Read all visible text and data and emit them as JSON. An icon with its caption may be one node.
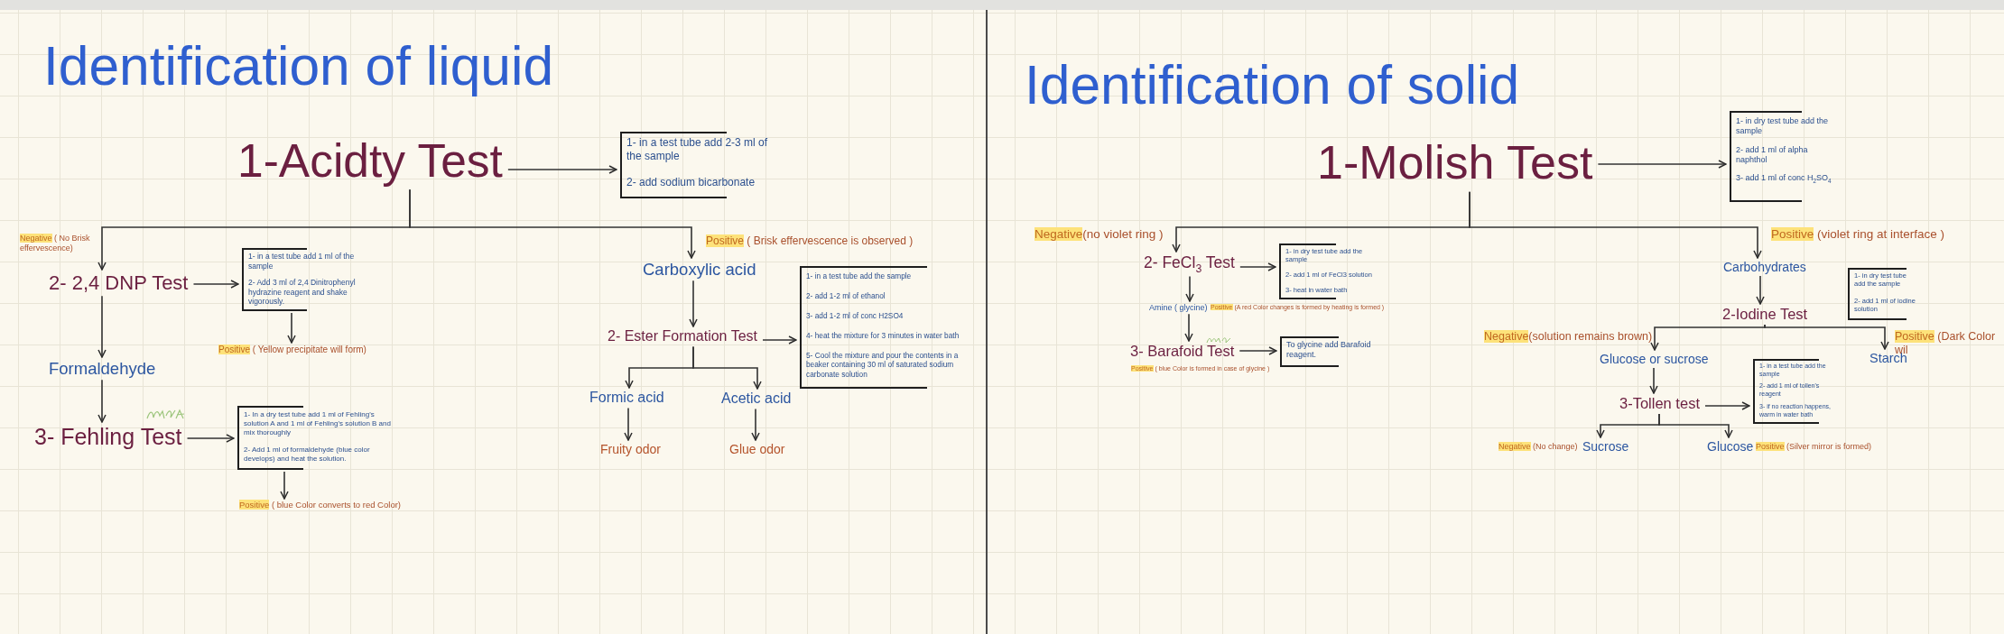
{
  "diagram": {
    "nodes": [
      {
        "text": [
          "1-Acidty Test"
        ]
      },
      {
        "text": [
          "1- in a test tube add 2-3 ml of the sample",
          "2- add sodium bicarbonate"
        ]
      },
      {
        "text": [
          "2- 2,4 DNP Test"
        ]
      },
      {
        "text": [
          "1- in a test tube add 1 ml of the sample",
          "2- Add 3 ml of 2,4 Dinitrophenyl hydrazine reagent and shake vigorously."
        ]
      },
      {
        "text": [
          "**Positive** ( Yellow precipitate will form)"
        ]
      },
      {
        "text": [
          "Formaldehyde"
        ]
      },
      {
        "text": [
          "3- Fehling Test"
        ]
      },
      {
        "text": [
          "1- In a dry test tube add 1 ml of Fehling's solution A and 1 ml of Fehling's solution B and mix thoroughly",
          "2- Add 1 ml of formaldehyde (blue color develops) and heat the solution."
        ]
      },
      {
        "text": [
          "**Positive** ( blue Color converts to red Color)"
        ]
      },
      {
        "text": [
          "Carboxylic acid"
        ]
      },
      {
        "text": [
          "2- Ester Formation Test"
        ]
      },
      {
        "text": [
          "1- in a test tube add the sample",
          "2- add 1-2 ml of ethanol",
          "3- add 1-2 ml of conc H2SO4",
          "4- heat the mixture for 3 minutes in water bath",
          "5- Cool the mixture and pour the contents in a beaker containing 30 ml of saturated sodium carbonate solution"
        ]
      },
      {
        "text": [
          "Formic acid"
        ]
      },
      {
        "text": [
          "Acetic acid"
        ]
      },
      {
        "text": [
          "Fruity odor"
        ]
      },
      {
        "text": [
          "Glue odor"
        ]
      },
      {
        "text": [
          "1-Molish Test"
        ]
      },
      {
        "text": [
          "1- in dry test tube add the sample",
          "2- add 1 ml of alpha naphthol",
          "3- add 1 ml of conc H$_{2}$SO$_{4}$"
        ]
      },
      {
        "text": [
          "2- FeCl$_{3}$ Test"
        ]
      },
      {
        "text": [
          "1- in dry test tube add the sample",
          "2- add 1 ml of FeCl3 solution",
          "3- heat in water bath"
        ]
      },
      {
        "text": [
          "Amine ( glycine)"
        ],
        "beside": [
          "**Positive** (A red Color changes is formed by heating is formed )"
        ]
      },
      {
        "text": [
          "3- Barafoid Test"
        ],
        "beside": [
          "**Positive** ( blue Color is formed in case of glycine )"
        ]
      },
      {
        "text": [
          "To glycine add Barafoid reagent."
        ]
      },
      {
        "text": [
          "Carbohydrates"
        ]
      },
      {
        "text": [
          "1- in dry test tube add the sample",
          "2- add 1 ml of iodine solution"
        ]
      },
      {
        "text": [
          "2-Iodine Test"
        ]
      },
      {
        "text": [
          "Glucose or sucrose"
        ]
      },
      {
        "text": [
          "Starch"
        ]
      },
      {
        "text": [
          "3-Tollen test"
        ]
      },
      {
        "text": [
          "1- in a test tube add the sample",
          "2- add 1 ml of tollen's reagent",
          "3- if no reaction happens, warm in water bath"
        ]
      },
      {
        "text": [
          "Sucrose"
        ],
        "beside": [
          "**Negative** (No change)"
        ]
      },
      {
        "text": [
          "Glucose"
        ],
        "beside": [
          "**Positive** (Silver mirror is formed)"
        ]
      }
    ],
    "edges": [
      {
        "from": 0,
        "to": 1,
        "arrow": "to"
      },
      {
        "from": 0,
        "to": 2,
        "arrow": "to",
        "label": "**Negative** ( No Brisk effervescence)"
      },
      {
        "from": 0,
        "to": 9,
        "arrow": "to",
        "label": "**Positive** ( Brisk effervescence is observed )"
      },
      {
        "from": 2,
        "to": 3,
        "arrow": "to"
      },
      {
        "from": 3,
        "to": 4,
        "arrow": "to"
      },
      {
        "from": 2,
        "to": 5,
        "arrow": "to"
      },
      {
        "from": 5,
        "to": 6,
        "arrow": "to"
      },
      {
        "from": 6,
        "to": 7,
        "arrow": "to"
      },
      {
        "from": 7,
        "to": 8,
        "arrow": "to"
      },
      {
        "from": 9,
        "to": 10,
        "arrow": "to"
      },
      {
        "from": 10,
        "to": 11,
        "arrow": "to"
      },
      {
        "from": 10,
        "to": 12,
        "arrow": "to"
      },
      {
        "from": 10,
        "to": 13,
        "arrow": "to"
      },
      {
        "from": 12,
        "to": 14,
        "arrow": "to"
      },
      {
        "from": 13,
        "to": 15,
        "arrow": "to"
      },
      {
        "from": 16,
        "to": 17,
        "arrow": "to"
      },
      {
        "from": 16,
        "to": 18,
        "arrow": "to",
        "label": "**Negative**(no violet ring )"
      },
      {
        "from": 16,
        "to": 23,
        "arrow": "to",
        "label": "**Positive** (violet ring at interface )"
      },
      {
        "from": 18,
        "to": 19,
        "arrow": "to"
      },
      {
        "from": 18,
        "to": 20,
        "arrow": "to"
      },
      {
        "from": 20,
        "to": 21,
        "arrow": "to"
      },
      {
        "from": 21,
        "to": 22,
        "arrow": "to"
      },
      {
        "from": 23,
        "to": 25,
        "arrow": "to"
      },
      {
        "from": 25,
        "to": 26,
        "arrow": "to",
        "label": "**Negative**(solution remains brown)"
      },
      {
        "from": 25,
        "to": 27,
        "arrow": "to",
        "label": "**Positive** (Dark Color wil"
      },
      {
        "from": 26,
        "to": 28,
        "arrow": "to"
      },
      {
        "from": 28,
        "to": 29,
        "arrow": "to"
      },
      {
        "from": 28,
        "to": 30,
        "arrow": "to"
      },
      {
        "from": 28,
        "to": 31,
        "arrow": "to"
      }
    ],
    "labels": [
      "Identification of liquid",
      "Identification of solid"
    ]
  }
}
